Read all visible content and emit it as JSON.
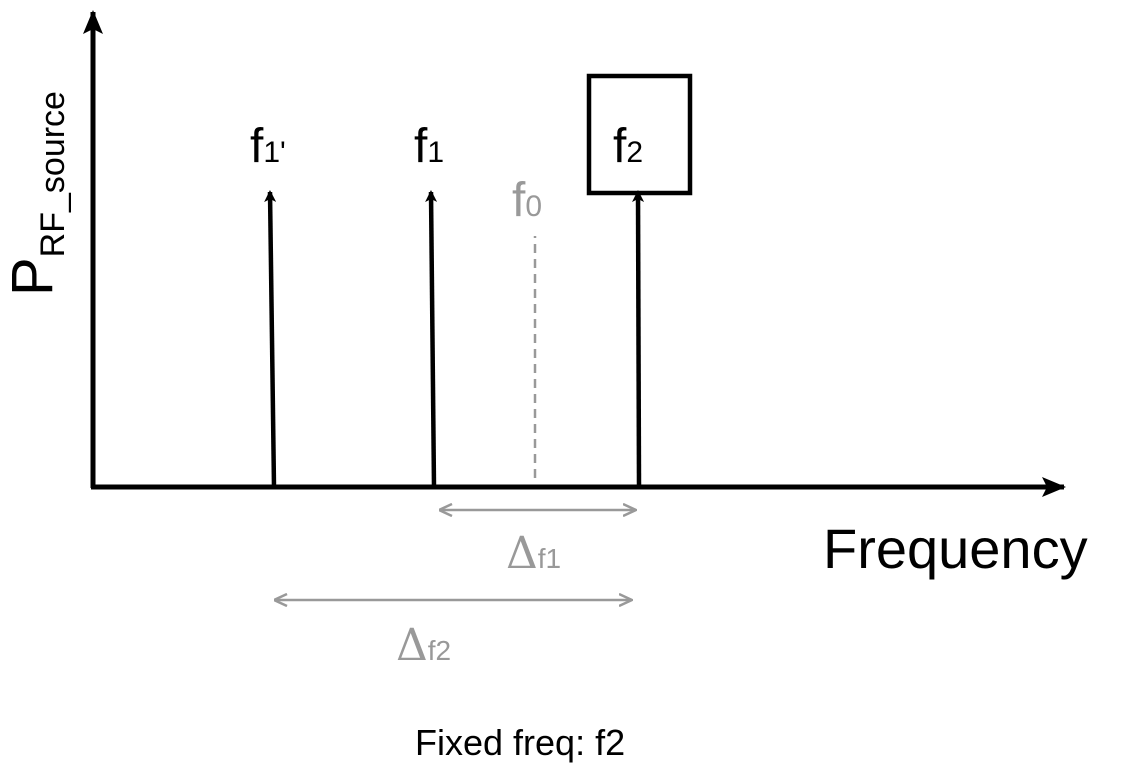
{
  "diagram": {
    "y_axis_label": {
      "main": "P",
      "sub": "RF_source"
    },
    "x_axis_label": "Frequency",
    "lines": [
      {
        "id": "f1prime",
        "label_main": "f",
        "label_sub": "1'"
      },
      {
        "id": "f1",
        "label_main": "f",
        "label_sub": "1"
      },
      {
        "id": "f0",
        "label_main": "f",
        "label_sub": "0"
      },
      {
        "id": "f2",
        "label_main": "f",
        "label_sub": "2"
      }
    ],
    "deltas": [
      {
        "id": "delta-f1",
        "symbol": "Δ",
        "sub": "f1"
      },
      {
        "id": "delta-f2",
        "symbol": "Δ",
        "sub": "f2"
      }
    ],
    "caption": "Fixed freq: f2",
    "colors": {
      "primary": "#000000",
      "muted": "#999999"
    }
  }
}
